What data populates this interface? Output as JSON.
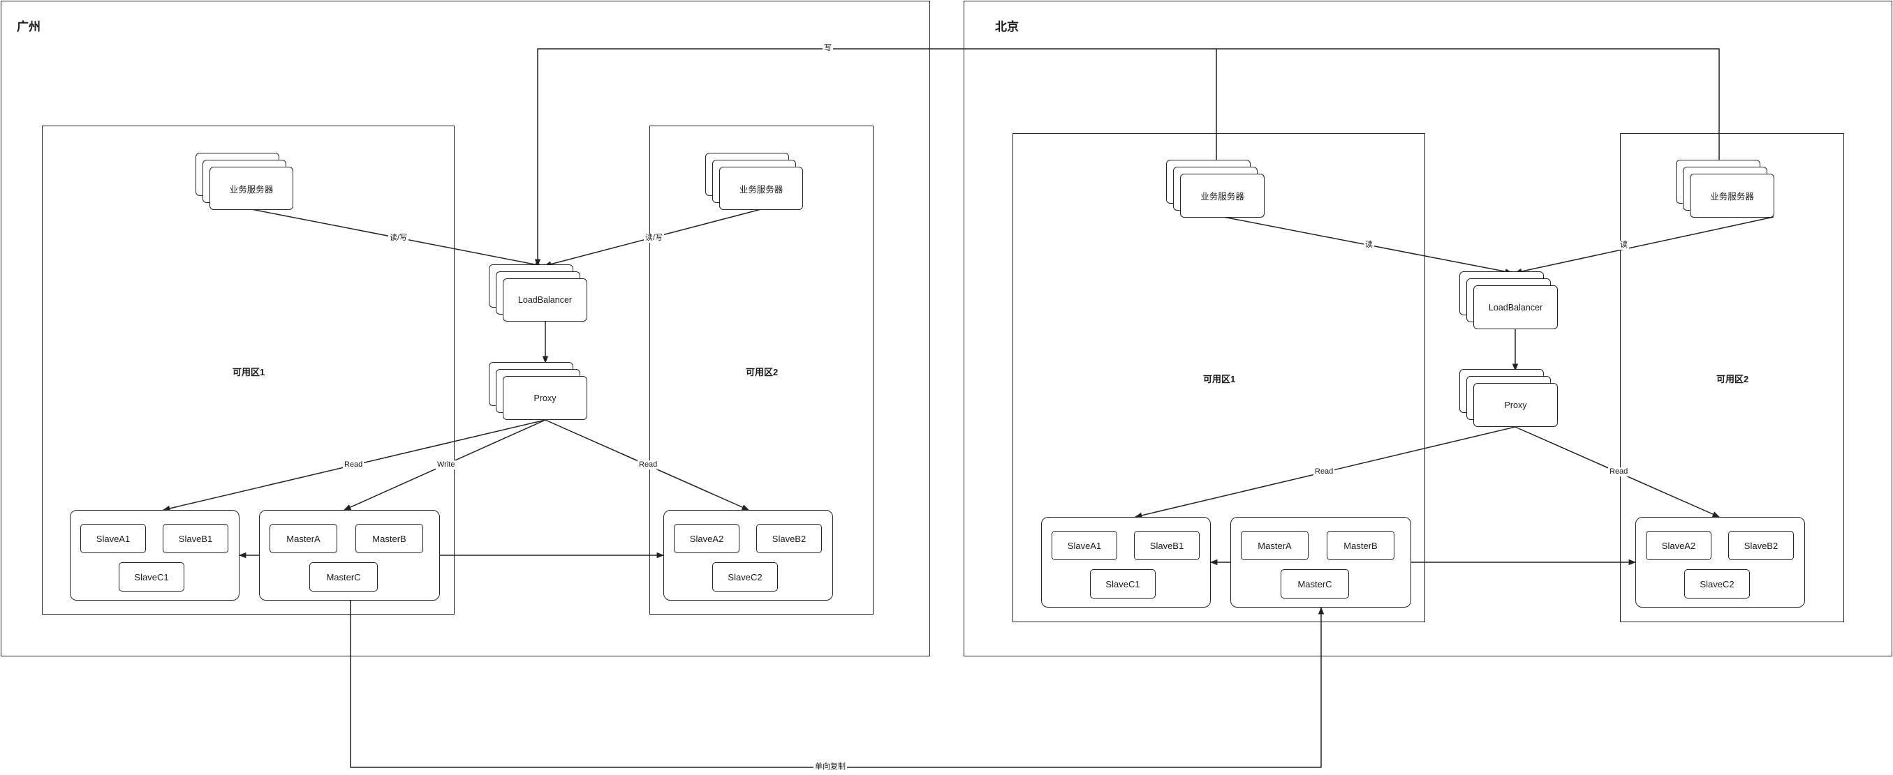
{
  "regions": {
    "guangzhou": {
      "title": "广州"
    },
    "beijing": {
      "title": "北京"
    }
  },
  "zones": {
    "gz_az1": "可用区1",
    "gz_az2": "可用区2",
    "bj_az1": "可用区1",
    "bj_az2": "可用区2"
  },
  "nodes": {
    "gz_app1": "业务服务器",
    "gz_app2": "业务服务器",
    "gz_lb": "LoadBalancer",
    "gz_proxy": "Proxy",
    "gz_slave_a1": "SlaveA1",
    "gz_slave_b1": "SlaveB1",
    "gz_slave_c1": "SlaveC1",
    "gz_master_a": "MasterA",
    "gz_master_b": "MasterB",
    "gz_master_c": "MasterC",
    "gz_slave_a2": "SlaveA2",
    "gz_slave_b2": "SlaveB2",
    "gz_slave_c2": "SlaveC2",
    "bj_app1": "业务服务器",
    "bj_app2": "业务服务器",
    "bj_lb": "LoadBalancer",
    "bj_proxy": "Proxy",
    "bj_slave_a1": "SlaveA1",
    "bj_slave_b1": "SlaveB1",
    "bj_slave_c1": "SlaveC1",
    "bj_master_a": "MasterA",
    "bj_master_b": "MasterB",
    "bj_master_c": "MasterC",
    "bj_slave_a2": "SlaveA2",
    "bj_slave_b2": "SlaveB2",
    "bj_slave_c2": "SlaveC2"
  },
  "edge_labels": {
    "gz_rw1": "读/写",
    "gz_rw2": "读/写",
    "gz_read1": "Read",
    "gz_write": "Write",
    "gz_read2": "Read",
    "bj_r1": "读",
    "bj_r2": "读",
    "bj_read1": "Read",
    "bj_read2": "Read",
    "cross_write": "写",
    "replication": "单向复制"
  }
}
